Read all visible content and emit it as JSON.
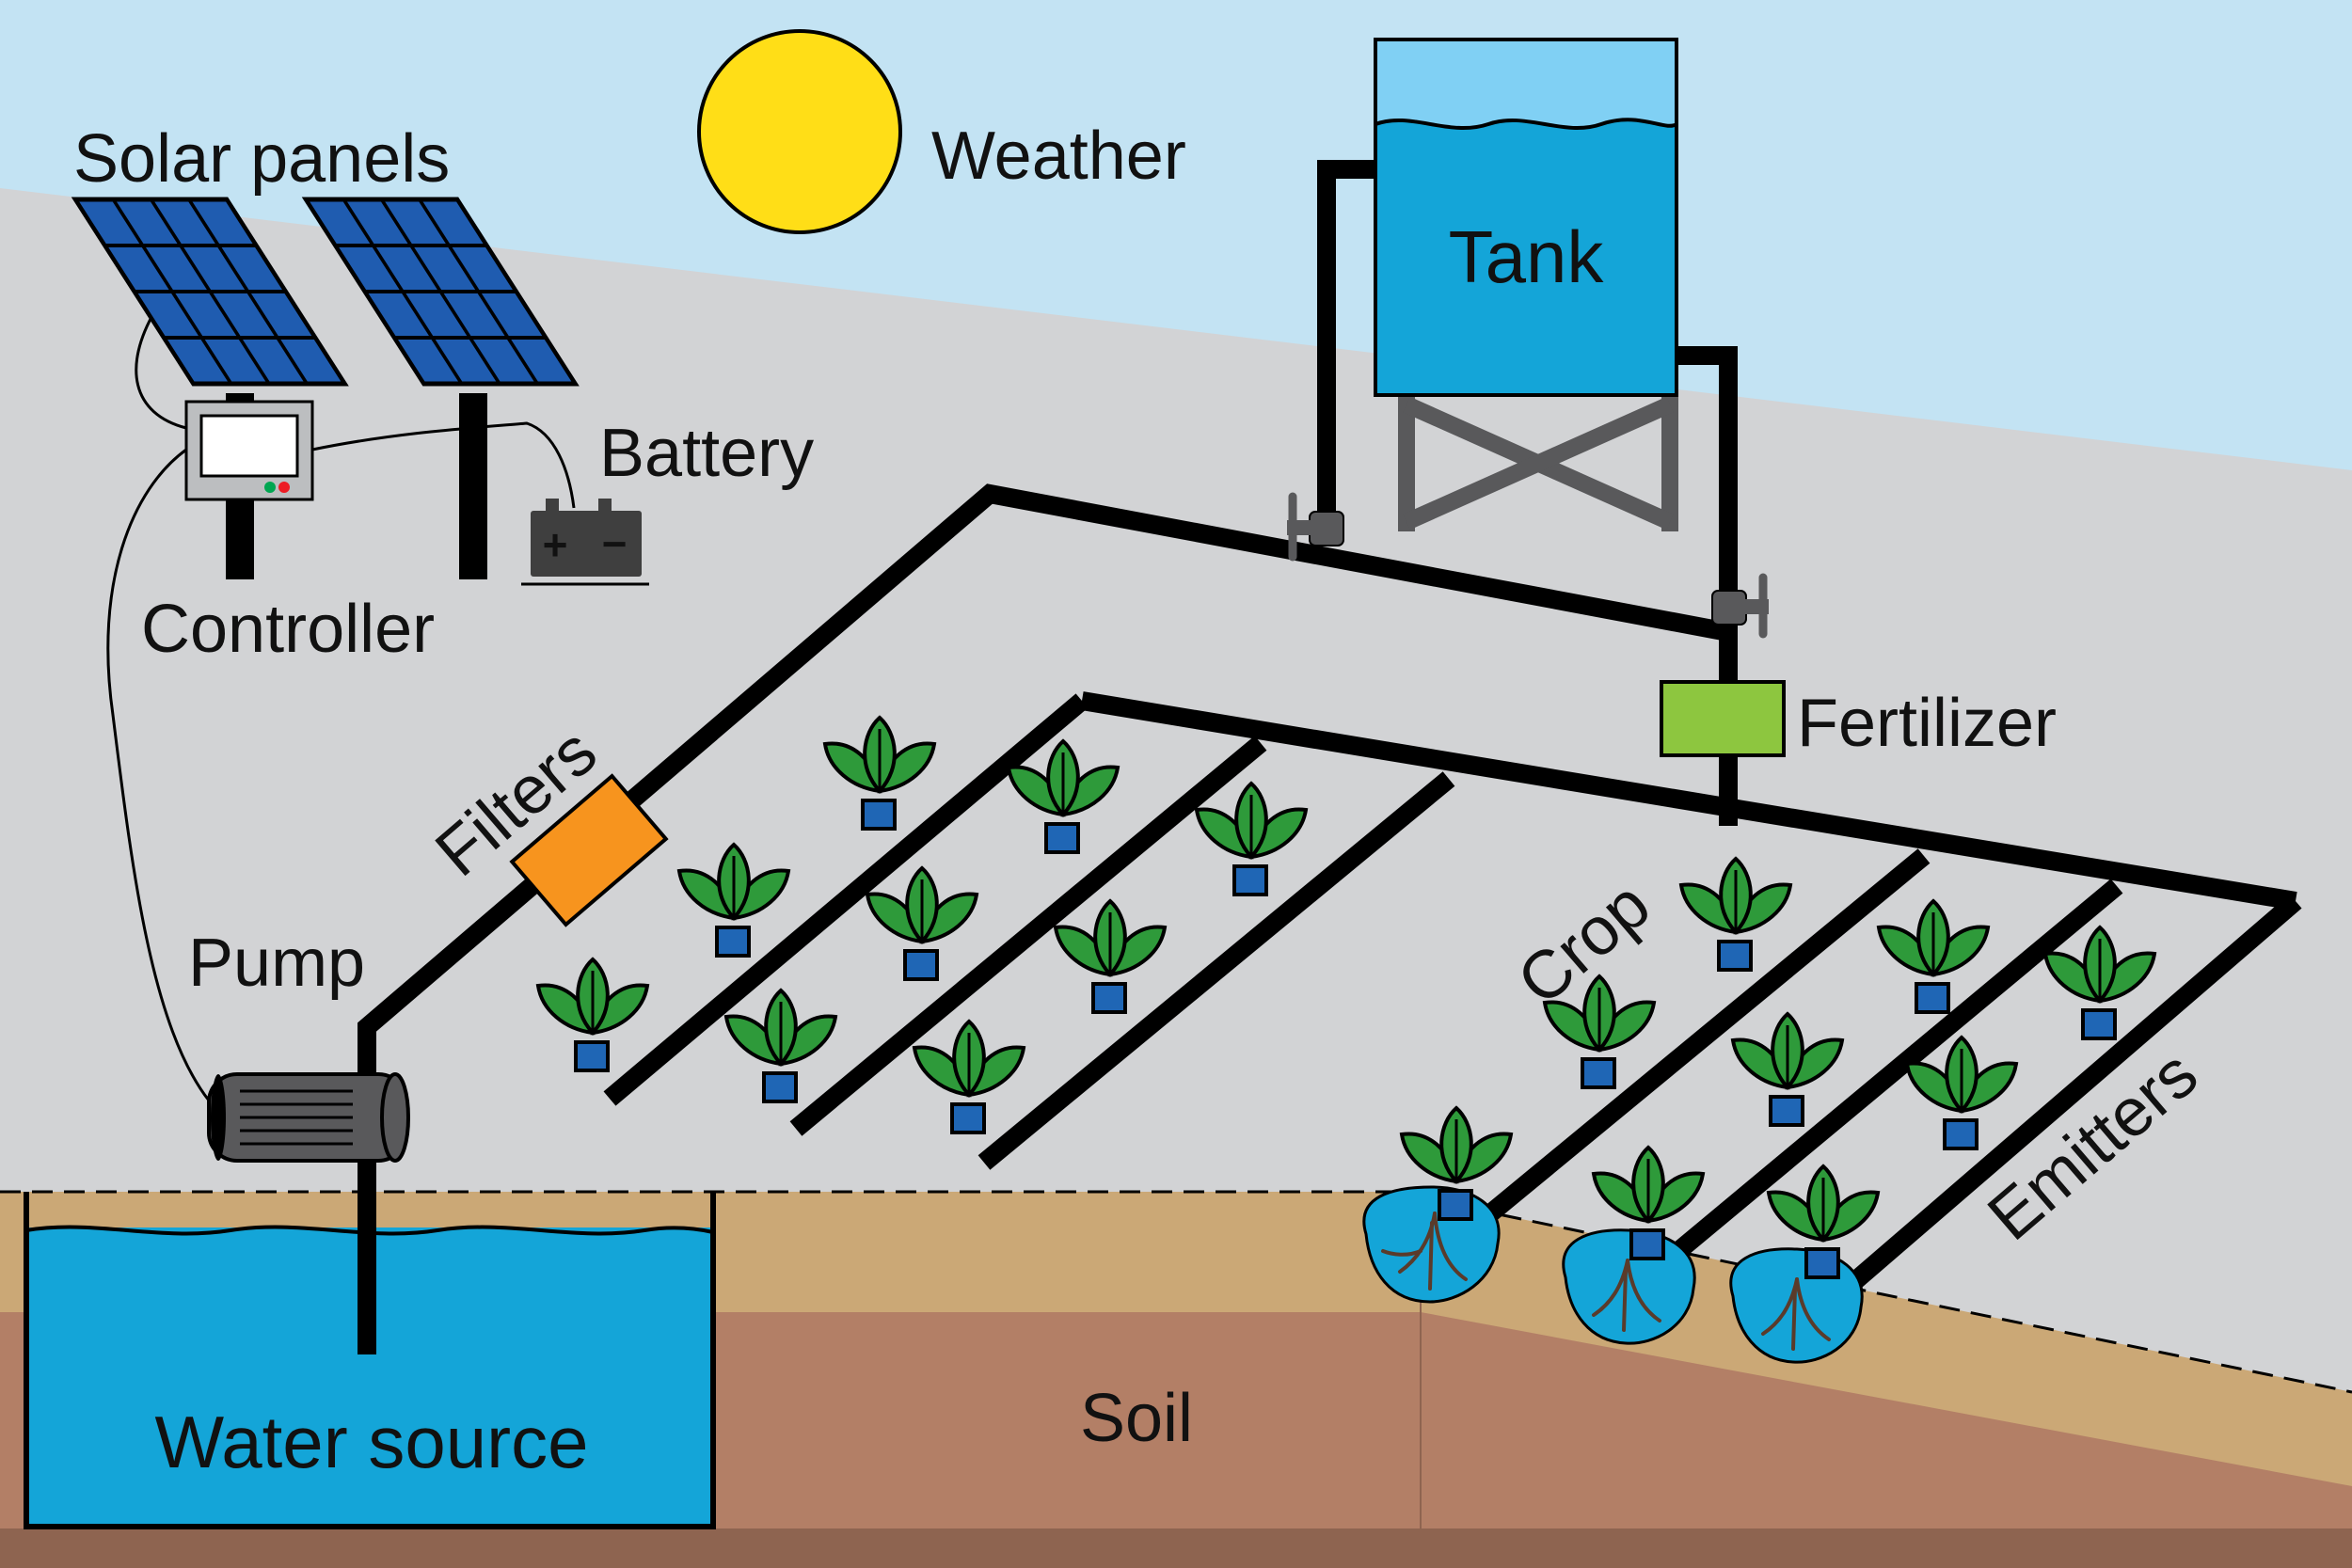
{
  "labels": {
    "solar_panels": "Solar panels",
    "weather": "Weather",
    "tank": "Tank",
    "battery": "Battery",
    "controller": "Controller",
    "fertilizer": "Fertilizer",
    "filters": "Filters",
    "pump": "Pump",
    "crop": "Crop",
    "emitters": "Emitters",
    "water_source": "Water source",
    "soil": "Soil",
    "battery_plus": "+",
    "battery_minus": "−"
  },
  "colors": {
    "sky": "#c3e3f3",
    "ground": "#d2d3d5",
    "topsoil": "#cba876",
    "subsoil": "#b37f66",
    "deepsoil": "#8e6450",
    "water": "#14a5d8",
    "water_light": "#80d0f4",
    "sun": "#ffde17",
    "solar_panel": "#1f5cb0",
    "filter": "#f7941e",
    "fertilizer": "#8dc63f",
    "leaf": "#2e9a3a",
    "emitter": "#1f66b5",
    "pipe": "#000000"
  }
}
